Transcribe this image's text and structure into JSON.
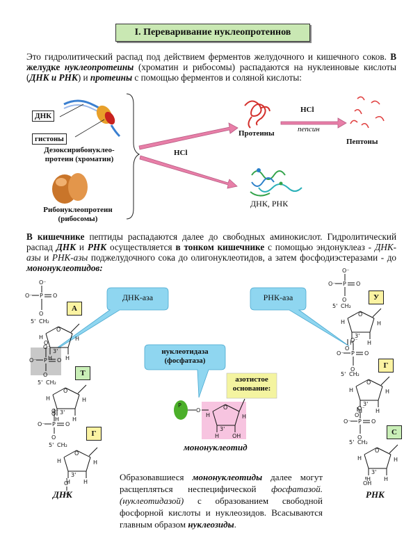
{
  "title": "I. Переваривание нуклеопротеинов",
  "intro": {
    "t1": "Это гидролитический распад под действием ферментов желудочного и кишечного соков. ",
    "t2": "В желудке ",
    "t3": "нуклеопротеины",
    "t4": " (хроматин и рибосомы) распадаются на нуклеиновые кислоты (",
    "t5": "ДНК и РНК",
    "t6": ") и ",
    "t7": "протеины",
    "t8": " с помощью ферментов и соляной кислоты:"
  },
  "stomach": {
    "dna_label": "ДНК",
    "histone_label": "гистоны",
    "chromatin_label_1": "Дезоксирибонуклео-",
    "chromatin_label_2": "протеин (хроматин)",
    "ribosome_label_1": "Рибонуклеопротеин",
    "ribosome_label_2": "(рибосомы)",
    "hcl_main": "HCl",
    "proteins_label": "Протеины",
    "hcl_small": "HCl",
    "pepsin_label": "пепсин",
    "peptones_label": "Пептоны",
    "nucleic_label": "ДНК, РНК"
  },
  "intestine": {
    "t1": "В ",
    "t2": "кишечнике",
    "t3": " пептиды распадаются далее до свободных аминокислот. Гидролитический распад ",
    "t4": "ДНК",
    "t5": " и ",
    "t6": "РНК",
    "t7": " осуществляется ",
    "t8": "в тонком кишечнике",
    "t9": " с помощью эндонуклеаз - ",
    "t10": "ДНК-азы",
    "t11": " и ",
    "t12": "РНК-азы",
    "t13": " поджелудочного сока до олигонуклеотидов, а затем фосфодиэстеразами - до ",
    "t14": "мононуклеотидов:"
  },
  "enzymes": {
    "dnase": "ДНК-аза",
    "rnase": "РНК-аза",
    "nucleotidase_1": "нуклеотидаза",
    "nucleotidase_2": "(фосфатаза)",
    "base_1": "азотистое",
    "base_2": "основание:"
  },
  "dna_bases": [
    "А",
    "Т",
    "Г"
  ],
  "rna_bases": [
    "У",
    "Г",
    "С"
  ],
  "chem": {
    "o_minus": "O⁻",
    "o": "O",
    "p": "P",
    "h": "H",
    "oh": "OH",
    "ch2": "CH₂",
    "five": "5'",
    "three": "3'",
    "p_circle": "P"
  },
  "mononucleotide_label": "мононуклеотид",
  "dna_label": "ДНК",
  "rna_label": "РНК",
  "bottom": {
    "t1": "Образовавшиеся ",
    "t2": "мононуклеотиды",
    "t3": " далее могут расщепляться неспецифической ",
    "t4": "фосфатазой.",
    "t5": " (нуклеотидазой)",
    "t6": " с образованием свободной фосфорной кислоты и нуклеозидов. Всасываются главным образом ",
    "t7": "нуклеозиды",
    "t8": "."
  },
  "colors": {
    "title_bg": "#c9e8b3",
    "arrow": "#e87fa8",
    "bubble": "#8fd6f0",
    "base_yellow": "#fbf3a2",
    "base_green": "#c9efb7",
    "phosphate_green": "#4caf2a"
  }
}
